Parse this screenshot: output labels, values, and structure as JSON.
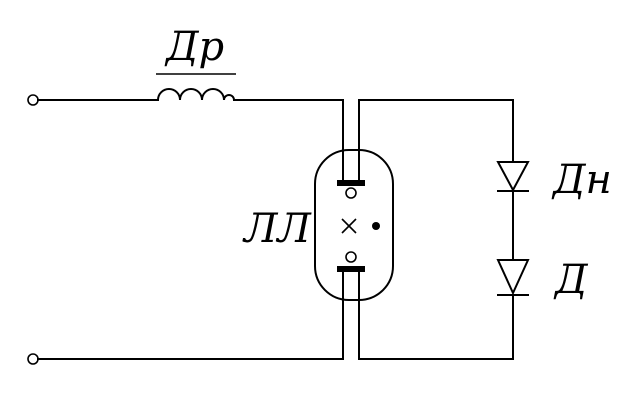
{
  "labels": {
    "choke": "Др",
    "lamp": "ЛЛ",
    "diode_1": "Дн",
    "diode_2": "Д"
  },
  "colors": {
    "line": "#000000",
    "background": "#ffffff"
  }
}
